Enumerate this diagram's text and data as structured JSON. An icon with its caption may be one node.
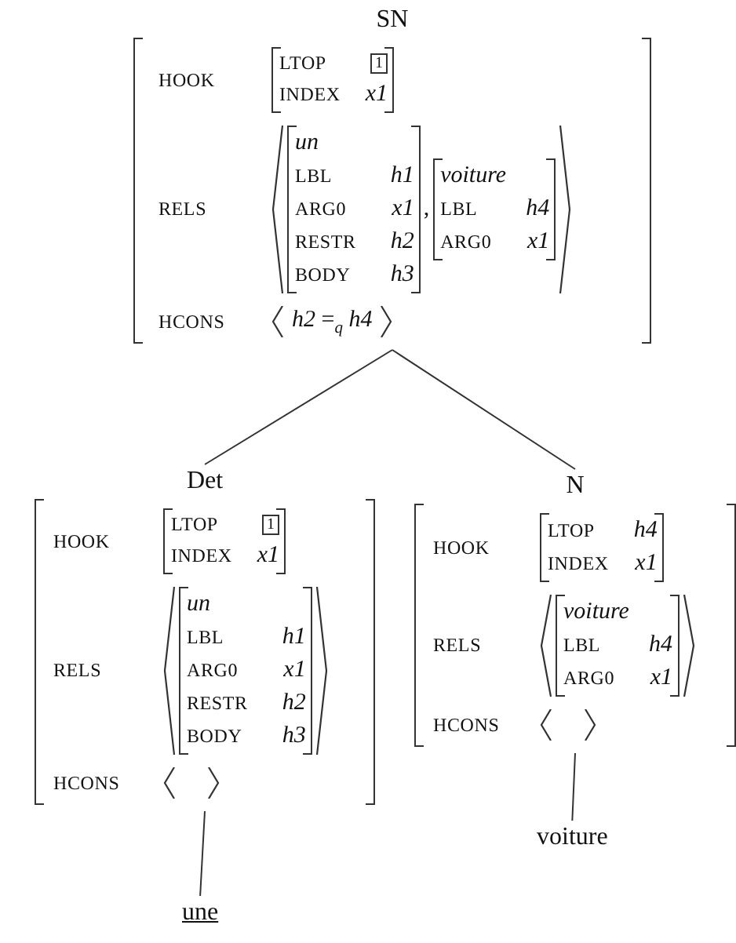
{
  "diagram": {
    "nodes": [
      {
        "text": [
          "SN"
        ]
      },
      {
        "text": [
          "LTOP",
          "1",
          "INDEX",
          "x1"
        ],
        "in": 0
      },
      {
        "text": [
          "un",
          "LBL",
          "h1",
          "ARG0",
          "x1",
          "RESTR",
          "h2",
          "BODY",
          "h3"
        ],
        "in": 0
      },
      {
        "text": [
          "voiture",
          "LBL",
          "h4",
          "ARG0",
          "x1"
        ],
        "in": 0
      },
      {
        "text": [
          "Det"
        ]
      },
      {
        "text": [
          "LTOP",
          "1",
          "INDEX",
          "x1"
        ],
        "in": 4
      },
      {
        "text": [
          "un",
          "LBL",
          "h1",
          "ARG0",
          "x1",
          "RESTR",
          "h2",
          "BODY",
          "h3"
        ],
        "in": 4
      },
      {
        "text": [
          "N"
        ]
      },
      {
        "text": [
          "LTOP",
          "h4",
          "INDEX",
          "x1"
        ],
        "in": 7
      },
      {
        "text": [
          "voiture",
          "LBL",
          "h4",
          "ARG0",
          "x1"
        ],
        "in": 7
      },
      {
        "text": [
          "une"
        ]
      },
      {
        "text": [
          "voiture"
        ]
      }
    ],
    "edges": [
      {
        "from": 0,
        "to": 4,
        "arrow": "none"
      },
      {
        "from": 0,
        "to": 7,
        "arrow": "none"
      },
      {
        "from": 4,
        "to": 10,
        "arrow": "none"
      },
      {
        "from": 7,
        "to": 11,
        "arrow": "none"
      }
    ],
    "labels": [
      "HOOK",
      "RELS",
      ",",
      "HCONS",
      "*h2* =$_{q}$ *h4*",
      "HOOK",
      "RELS",
      "HCONS",
      "HOOK",
      "RELS",
      "HCONS"
    ]
  }
}
